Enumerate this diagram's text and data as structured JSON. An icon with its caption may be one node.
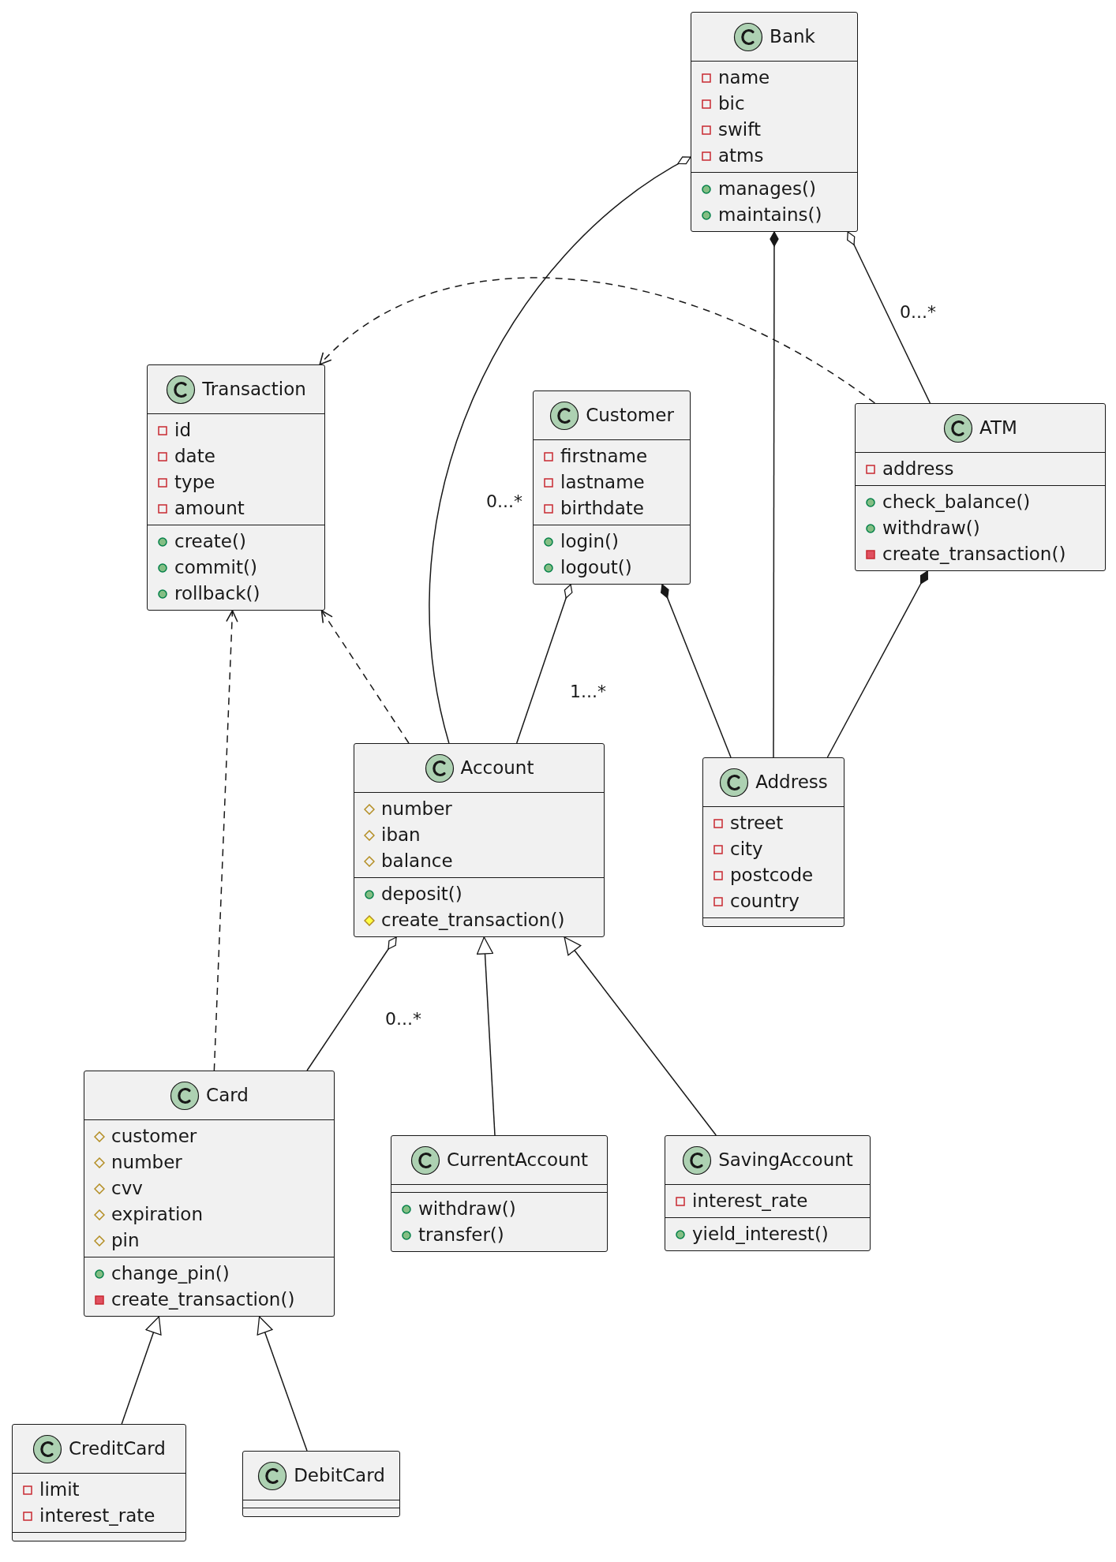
{
  "diagram": {
    "nodes": [
      {
        "text": [
          "Bank",
          "name",
          "bic",
          "swift",
          "atms",
          "manages()",
          "maintains()"
        ]
      },
      {
        "text": [
          "Transaction",
          "id",
          "date",
          "type",
          "amount",
          "create()",
          "commit()",
          "rollback()"
        ]
      },
      {
        "text": [
          "Customer",
          "firstname",
          "lastname",
          "birthdate",
          "login()",
          "logout()"
        ]
      },
      {
        "text": [
          "ATM",
          "address",
          "check_balance()",
          "withdraw()",
          "create_transaction()"
        ]
      },
      {
        "text": [
          "Account",
          "number",
          "iban",
          "balance",
          "deposit()",
          "create_transaction()"
        ]
      },
      {
        "text": [
          "Address",
          "street",
          "city",
          "postcode",
          "country"
        ]
      },
      {
        "text": [
          "Card",
          "customer",
          "number",
          "cvv",
          "expiration",
          "pin",
          "change_pin()",
          "create_transaction()"
        ]
      },
      {
        "text": [
          "CurrentAccount",
          "withdraw()",
          "transfer()"
        ]
      },
      {
        "text": [
          "SavingAccount",
          "interest_rate",
          "yield_interest()"
        ]
      },
      {
        "text": [
          "CreditCard",
          "limit",
          "interest_rate"
        ]
      },
      {
        "text": [
          "DebitCard"
        ]
      }
    ],
    "edges": [
      {
        "from": 0,
        "to": 4,
        "arrow": "other",
        "label": "0...*"
      },
      {
        "from": 0,
        "to": 5,
        "arrow": "other"
      },
      {
        "from": 0,
        "to": 3,
        "arrow": "other",
        "label": "0...*"
      },
      {
        "from": 3,
        "to": 1,
        "arrow": "to",
        "style": "dashed"
      },
      {
        "from": 2,
        "to": 4,
        "arrow": "other",
        "label": "1...*"
      },
      {
        "from": 2,
        "to": 5,
        "arrow": "other"
      },
      {
        "from": 3,
        "to": 5,
        "arrow": "other"
      },
      {
        "from": 4,
        "to": 1,
        "arrow": "to",
        "style": "dashed"
      },
      {
        "from": 6,
        "to": 1,
        "arrow": "to",
        "style": "dashed"
      },
      {
        "from": 4,
        "to": 6,
        "arrow": "other",
        "label": "0...*"
      },
      {
        "from": 7,
        "to": 4,
        "arrow": "to"
      },
      {
        "from": 8,
        "to": 4,
        "arrow": "to"
      },
      {
        "from": 9,
        "to": 6,
        "arrow": "to"
      },
      {
        "from": 10,
        "to": 6,
        "arrow": "to"
      }
    ]
  }
}
